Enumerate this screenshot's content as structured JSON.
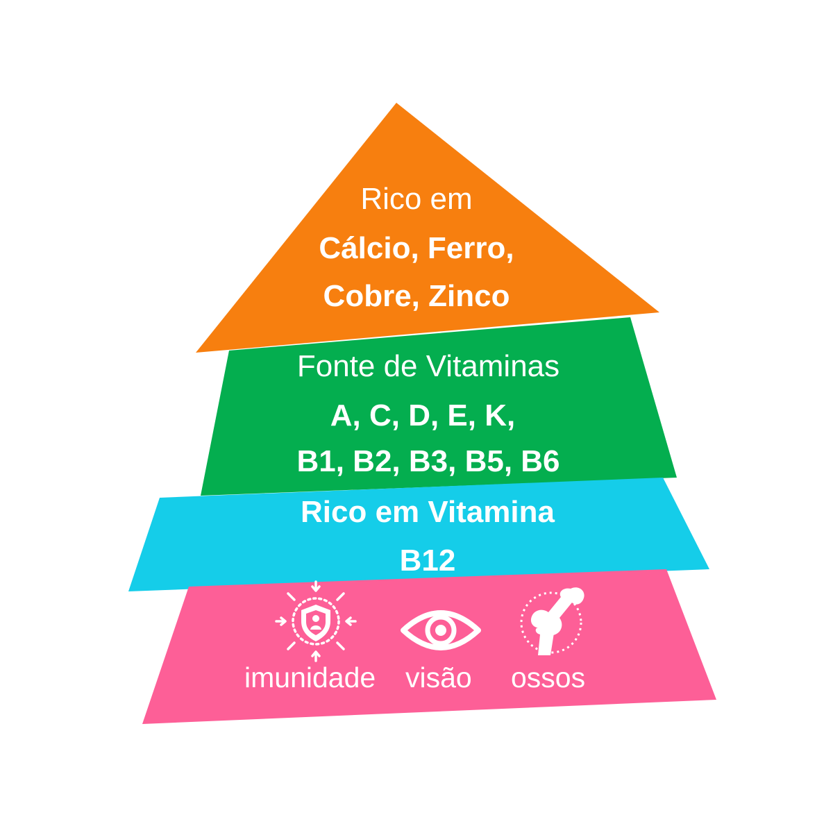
{
  "colors": {
    "top": "#f77f0f",
    "upper_middle": "#04ae4f",
    "lower_middle": "#15cde9",
    "bottom": "#fd5f97",
    "text": "#ffffff"
  },
  "tiers": {
    "top": {
      "line1": "Rico em",
      "line2": "Cálcio, Ferro,",
      "line3": "Cobre, Zinco"
    },
    "upper_middle": {
      "line1": "Fonte de Vitaminas",
      "line2": "A, C, D, E, K,",
      "line3": "B1, B2, B3, B5, B6"
    },
    "lower_middle": {
      "line1": "Rico em Vitamina",
      "line2": "B12"
    },
    "bottom": {
      "benefits": [
        {
          "label": "imunidade",
          "icon": "shield-icon"
        },
        {
          "label": "visão",
          "icon": "eye-icon"
        },
        {
          "label": "ossos",
          "icon": "bone-joint-icon"
        }
      ]
    }
  }
}
